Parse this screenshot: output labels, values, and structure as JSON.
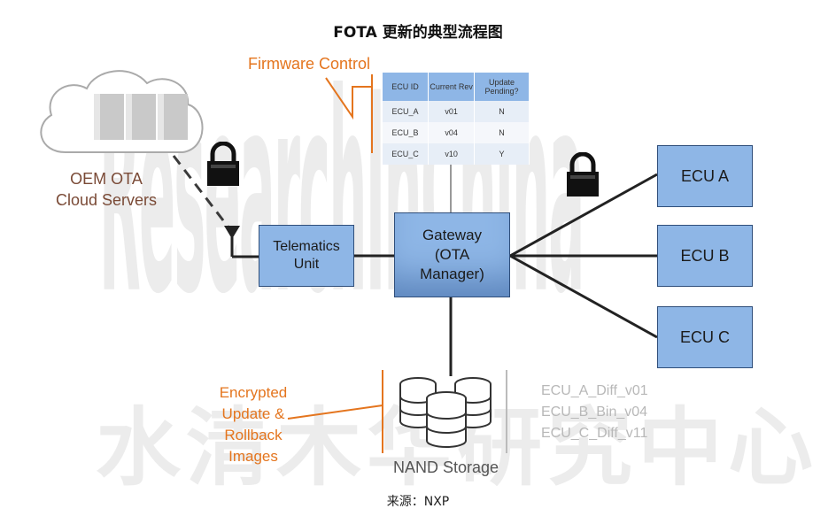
{
  "title": "FOTA 更新的典型流程图",
  "watermark": {
    "latin": "ResearchInChina",
    "cjk": "水清木华研究中心"
  },
  "cloud": {
    "label_line1": "OEM OTA",
    "label_line2": "Cloud Servers"
  },
  "firmware_control": {
    "label": "Firmware Control",
    "table": {
      "headers": [
        "ECU ID",
        "Current Rev",
        "Update Pending?"
      ],
      "rows": [
        {
          "ecu": "ECU_A",
          "rev": "v01",
          "pending": "N"
        },
        {
          "ecu": "ECU_B",
          "rev": "v04",
          "pending": "N"
        },
        {
          "ecu": "ECU_C",
          "rev": "v10",
          "pending": "Y"
        }
      ]
    }
  },
  "telematics": {
    "line1": "Telematics",
    "line2": "Unit"
  },
  "gateway": {
    "line1": "Gateway",
    "line2": "(OTA",
    "line3": "Manager)"
  },
  "ecus": {
    "a": "ECU A",
    "b": "ECU B",
    "c": "ECU C"
  },
  "encrypted": {
    "line1": "Encrypted",
    "line2": "Update &",
    "line3": "Rollback",
    "line4": "Images"
  },
  "storage": {
    "label": "NAND Storage"
  },
  "files": [
    "ECU_A_Diff_v01",
    "ECU_B_Bin_v04",
    "ECU_C_Diff_v11"
  ],
  "source": "来源：NXP",
  "colors": {
    "box_fill": "#8eb6e6",
    "box_border": "#2f4e7a",
    "accent_orange": "#e4751e",
    "label_brown": "#7a4a36",
    "file_gray": "#b8b8b8"
  },
  "icons": [
    "cloud-icon",
    "server-rack-icon",
    "lock-icon",
    "antenna-icon",
    "database-icon"
  ]
}
